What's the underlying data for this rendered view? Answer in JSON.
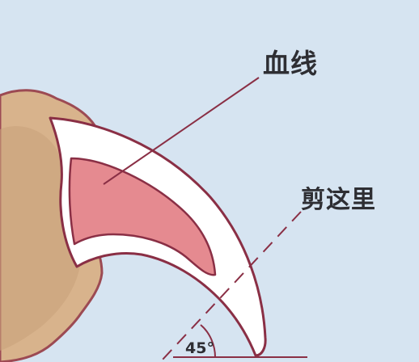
{
  "labels": {
    "quick": "血线",
    "cut_here": "剪这里",
    "angle": "45°"
  },
  "colors": {
    "background": "#d8e6f2",
    "quick": "#e58a90",
    "nail": "#ffffff",
    "outline": "#8a2f45",
    "fur": "#d8b38c"
  }
}
